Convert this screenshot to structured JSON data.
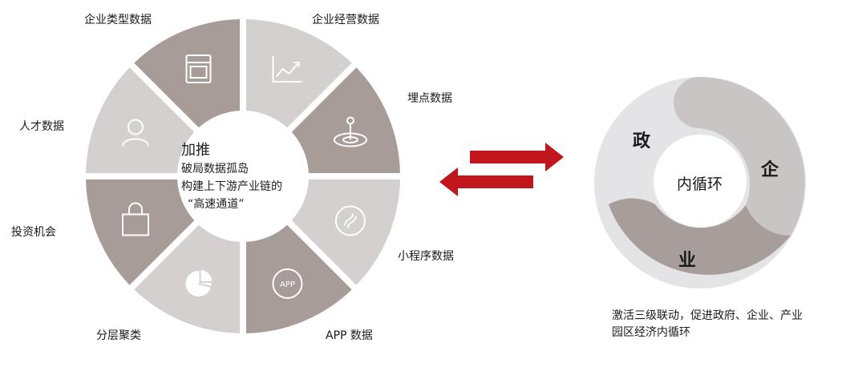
{
  "wheel": {
    "segments": [
      {
        "label": "企业经营数据",
        "icon": "line-chart-icon"
      },
      {
        "label": "埋点数据",
        "icon": "location-pin-icon"
      },
      {
        "label": "小程序数据",
        "icon": "mini-program-icon"
      },
      {
        "label": "APP 数据",
        "icon": "app-icon"
      },
      {
        "label": "分层聚类",
        "icon": "pie-chart-icon"
      },
      {
        "label": "投资机会",
        "icon": "shopping-bag-icon"
      },
      {
        "label": "人才数据",
        "icon": "person-icon"
      },
      {
        "label": "企业类型数据",
        "icon": "window-icon"
      }
    ],
    "center": {
      "line1": "加推",
      "line2": "破局数据孤岛",
      "line3": "构建上下游产业链的",
      "line4": "“高速通道”"
    },
    "app_icon_text": "APP"
  },
  "cycle": {
    "zheng": "政",
    "qi": "企",
    "ye": "业",
    "center": "内循环",
    "caption": "激活三级联动，促进政府、企业、产业园区经济内循环"
  },
  "colors": {
    "dark_segment": "#a89c99",
    "light_segment": "#d4d0d0",
    "arrow": "#c0161c",
    "cycle_light": "#e4e3e5",
    "cycle_mid": "#c9c5c5",
    "cycle_dark": "#a79e9c"
  }
}
